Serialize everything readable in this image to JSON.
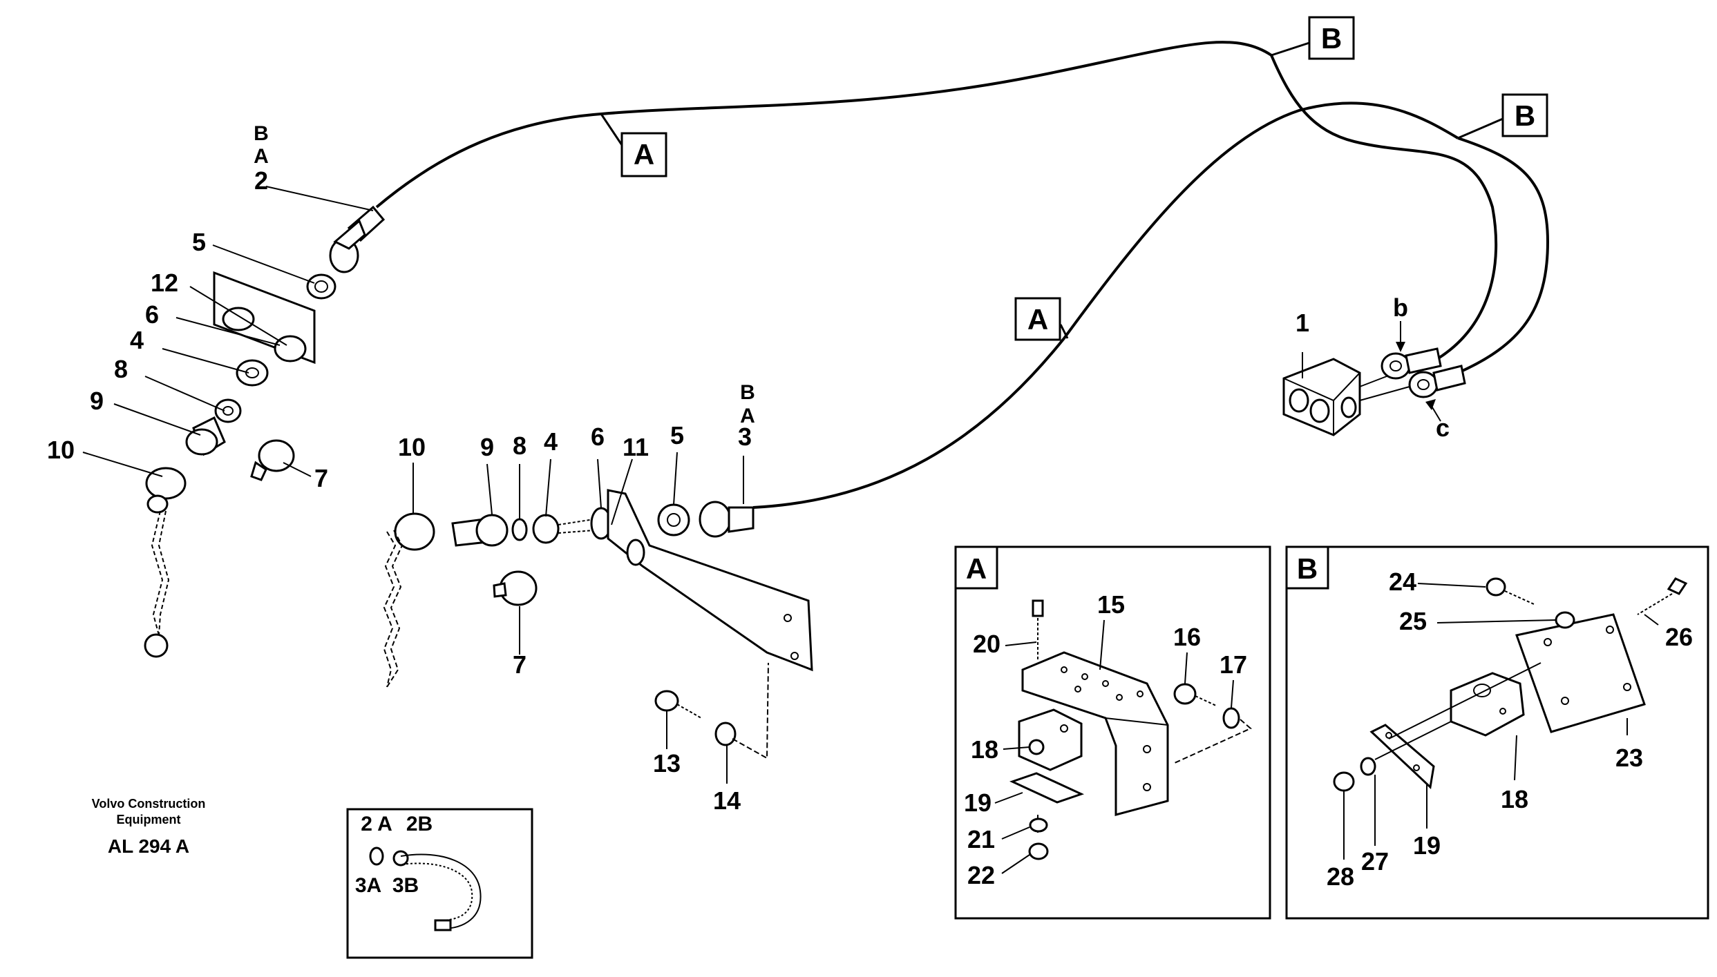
{
  "callouts": {
    "top_left": {
      "b": "B",
      "a": "A",
      "n2": "2",
      "n5": "5",
      "n12": "12",
      "n6": "6",
      "n4": "4",
      "n8": "8",
      "n9": "9",
      "n10": "10",
      "n7": "7"
    },
    "middle": {
      "n10": "10",
      "n9": "9",
      "n8": "8",
      "n4": "4",
      "n6": "6",
      "n11": "11",
      "n5": "5",
      "b": "B",
      "a": "A",
      "n3": "3",
      "n7": "7",
      "n13": "13",
      "n14": "14"
    },
    "right": {
      "n1": "1",
      "b": "b",
      "c": "c"
    },
    "hose_tags": {
      "a1": "A",
      "a2": "A",
      "b1": "B",
      "b2": "B"
    }
  },
  "detail_a": {
    "title": "A",
    "n15": "15",
    "n16": "16",
    "n17": "17",
    "n18": "18",
    "n19": "19",
    "n20": "20",
    "n21": "21",
    "n22": "22"
  },
  "detail_b": {
    "title": "B",
    "n18": "18",
    "n19": "19",
    "n23": "23",
    "n24": "24",
    "n25": "25",
    "n26": "26",
    "n27": "27",
    "n28": "28"
  },
  "inset": {
    "l2a": "2 A",
    "l2b": "2B",
    "l3a": "3A",
    "l3b": "3B"
  },
  "caption": {
    "line1": "Volvo Construction",
    "line2": "Equipment",
    "code": "AL 294 A"
  }
}
